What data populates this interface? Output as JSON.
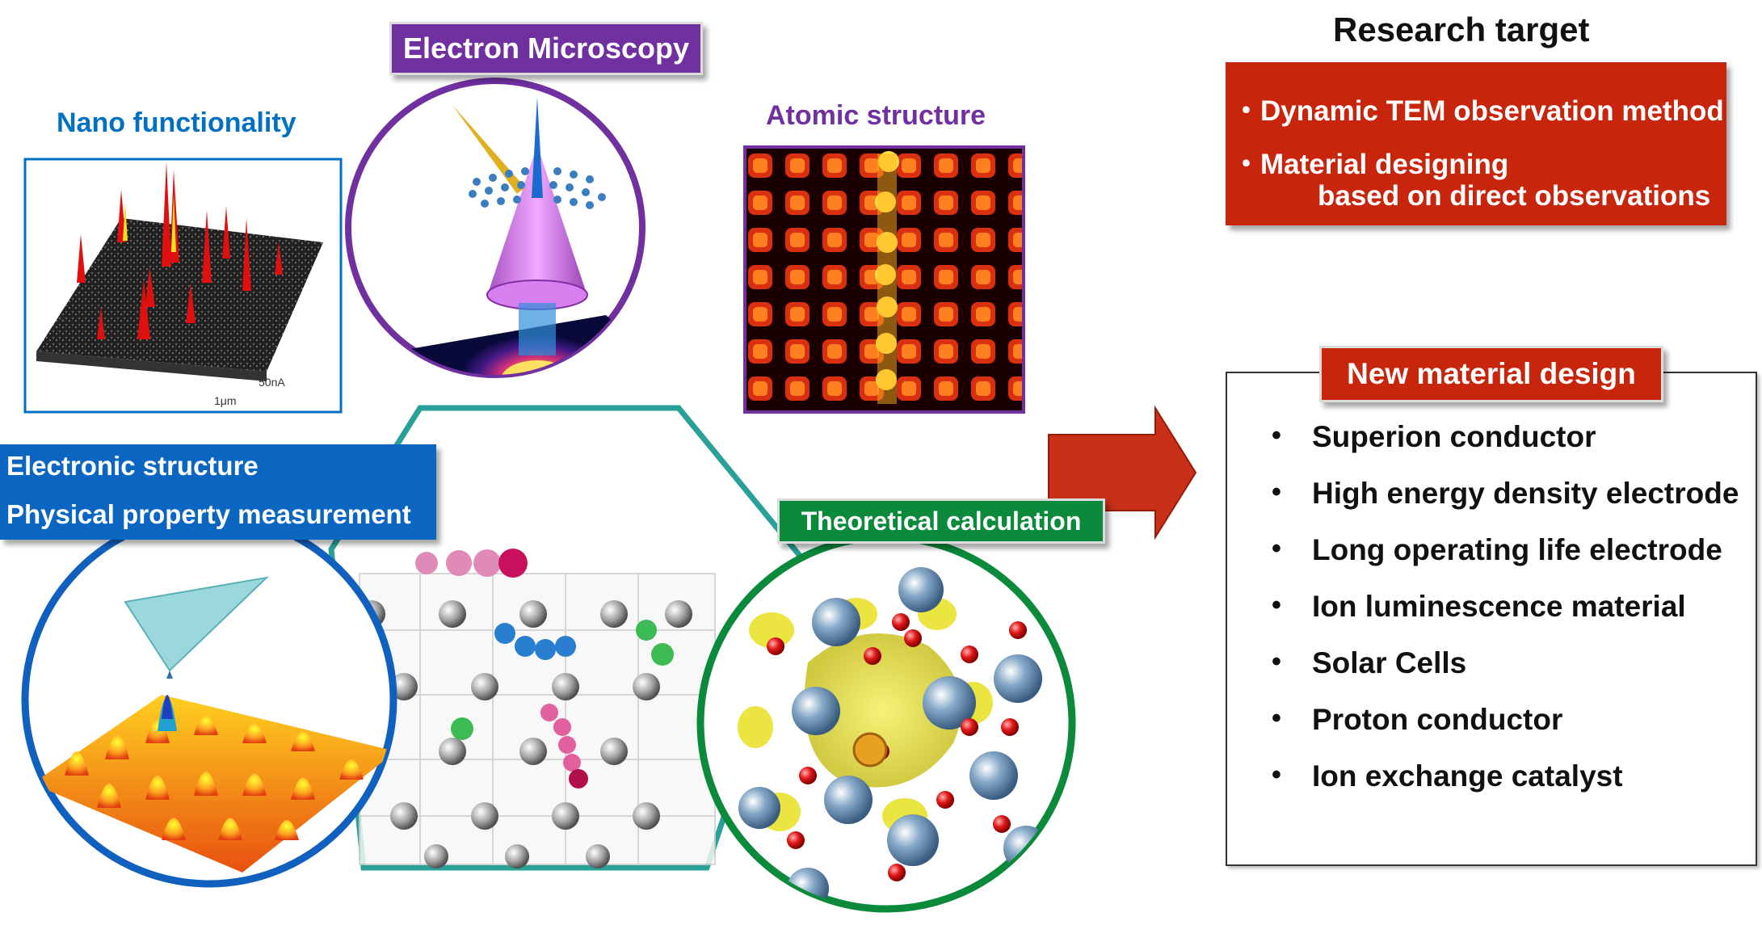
{
  "top": {
    "electron_microscopy": "Electron Microscopy",
    "atomic_structure": "Atomic structure",
    "nano_functionality": "Nano functionality"
  },
  "nano_plot": {
    "z_label": "50nA",
    "x_label": "1μm"
  },
  "left_box": {
    "line1": "Electronic structure",
    "line2": "Physical property measurement"
  },
  "theory": {
    "label": "Theoretical calculation"
  },
  "research": {
    "title": "Research target",
    "items": [
      "・Dynamic TEM observation method",
      "・Material designing",
      "based on direct observations"
    ]
  },
  "design": {
    "title": "New material design",
    "items": [
      "Superion conductor",
      "High energy density electrode",
      "Long operating life electrode",
      "Ion luminescence material",
      "Solar Cells",
      "Proton conductor",
      "Ion exchange catalyst"
    ]
  },
  "colors": {
    "purple": "#7030a0",
    "blue": "#0070c0",
    "green": "#008a3e",
    "red": "#c0260c",
    "teal": "#2aa198"
  }
}
